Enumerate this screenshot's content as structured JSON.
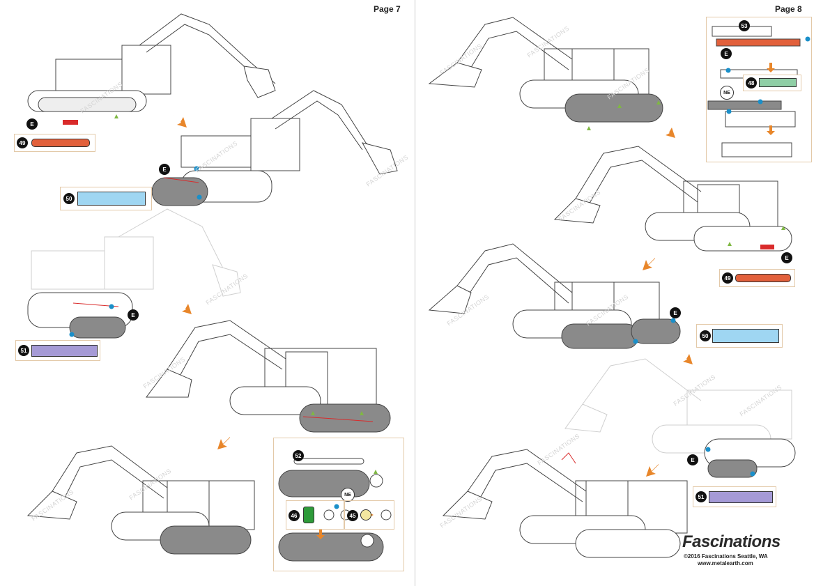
{
  "pages": {
    "left": {
      "label": "Page 7"
    },
    "right": {
      "label": "Page 8"
    }
  },
  "labels": {
    "e": "E",
    "ne": "NE"
  },
  "parts": {
    "p45": "45",
    "p46": "46",
    "p48": "48",
    "p49": "49",
    "p50": "50",
    "p51": "51",
    "p52": "52",
    "p53": "53"
  },
  "watermark": "FASCINATIONS",
  "footer": {
    "brand": "Fascinations",
    "copyright": "©2016 Fascinations Seattle, WA",
    "website": "www.metalearth.com"
  },
  "colors": {
    "arrow": "#e8862a",
    "part49": "#e2603b",
    "part50": "#9fd6f2",
    "part51": "#a59ad6",
    "part48": "#8fcfa6",
    "part53": "#e2603b",
    "part46": "#2e9b3a",
    "part45": "#f3e7a0",
    "tread": "#8a8a8a",
    "bluedot": "#1a8fc9",
    "greentri": "#7fb843"
  }
}
